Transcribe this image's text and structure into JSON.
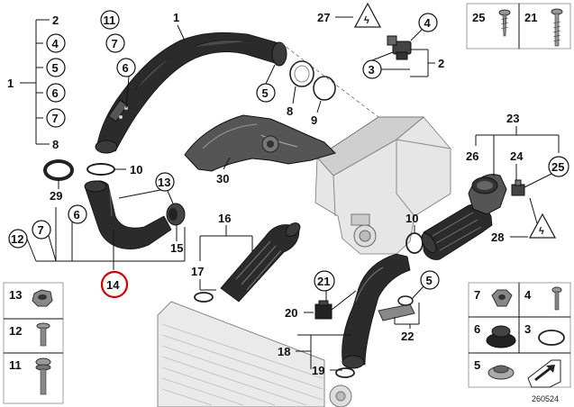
{
  "callouts": {
    "c1_top": "1",
    "c1_left": "1",
    "c2_left": "2",
    "c2_right": "2",
    "c3": "3",
    "c4_left": "4",
    "c4_top": "4",
    "c5_left": "5",
    "c5_hose": "5",
    "c5_bottom": "5",
    "c6_left": "6",
    "c6_top": "6",
    "c6_hose": "6",
    "c7_left": "7",
    "c7_top": "7",
    "c7_bottom": "7",
    "c8_left": "8",
    "c8_mid": "8",
    "c9": "9",
    "c10_left": "10",
    "c10_right": "10",
    "c11": "11",
    "c12": "12",
    "c13": "13",
    "c14": "14",
    "c15": "15",
    "c16": "16",
    "c17": "17",
    "c18": "18",
    "c19": "19",
    "c20": "20",
    "c21": "21",
    "c22": "22",
    "c23": "23",
    "c24": "24",
    "c25_right": "25",
    "c26": "26",
    "c27": "27",
    "c28": "28",
    "c29": "29",
    "c30": "30"
  },
  "legend_top_right": {
    "item_a": "25",
    "item_b": "21"
  },
  "legend_left": {
    "item_a": "13",
    "item_b": "12",
    "item_c": "11"
  },
  "legend_bottom_right": {
    "item_a": "7",
    "item_b": "4",
    "item_c": "6",
    "item_d": "3",
    "item_e": "5"
  },
  "reference_number": "260524",
  "highlight_color": "#d00000"
}
